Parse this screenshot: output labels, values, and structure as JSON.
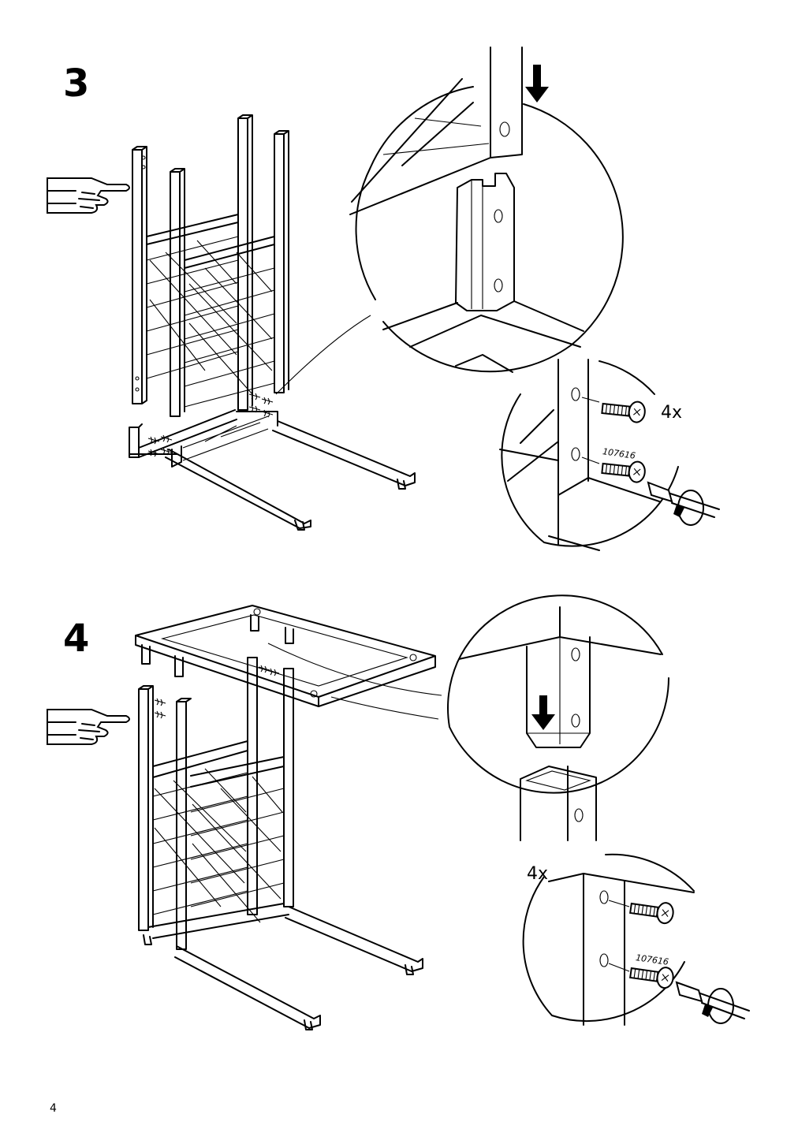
{
  "steps": [
    {
      "number": "3",
      "detail_quantity": "4x",
      "screw_part_number": "107616",
      "note_icon": "pointing-hand-icon"
    },
    {
      "number": "4",
      "detail_quantity": "4x",
      "screw_part_number": "107616",
      "note_icon": "pointing-hand-icon"
    }
  ],
  "page_number": "4"
}
